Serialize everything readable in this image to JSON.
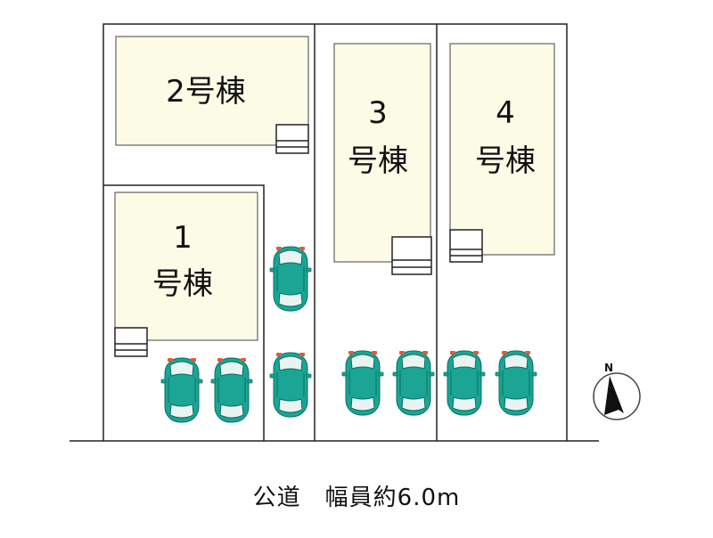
{
  "buildings": [
    {
      "id": "1",
      "line1": "1",
      "line2": "号棟"
    },
    {
      "id": "2",
      "line1": "2号棟"
    },
    {
      "id": "3",
      "line1": "3",
      "line2": "号棟"
    },
    {
      "id": "4",
      "line1": "4",
      "line2": "号棟"
    }
  ],
  "road": {
    "label": "公道　幅員約6.0m"
  },
  "compass": {
    "label": "N"
  },
  "colors": {
    "building_fill": "#fbfbe6",
    "car_body": "#1aa594",
    "car_light": "#e05b3a",
    "line": "#222222"
  }
}
